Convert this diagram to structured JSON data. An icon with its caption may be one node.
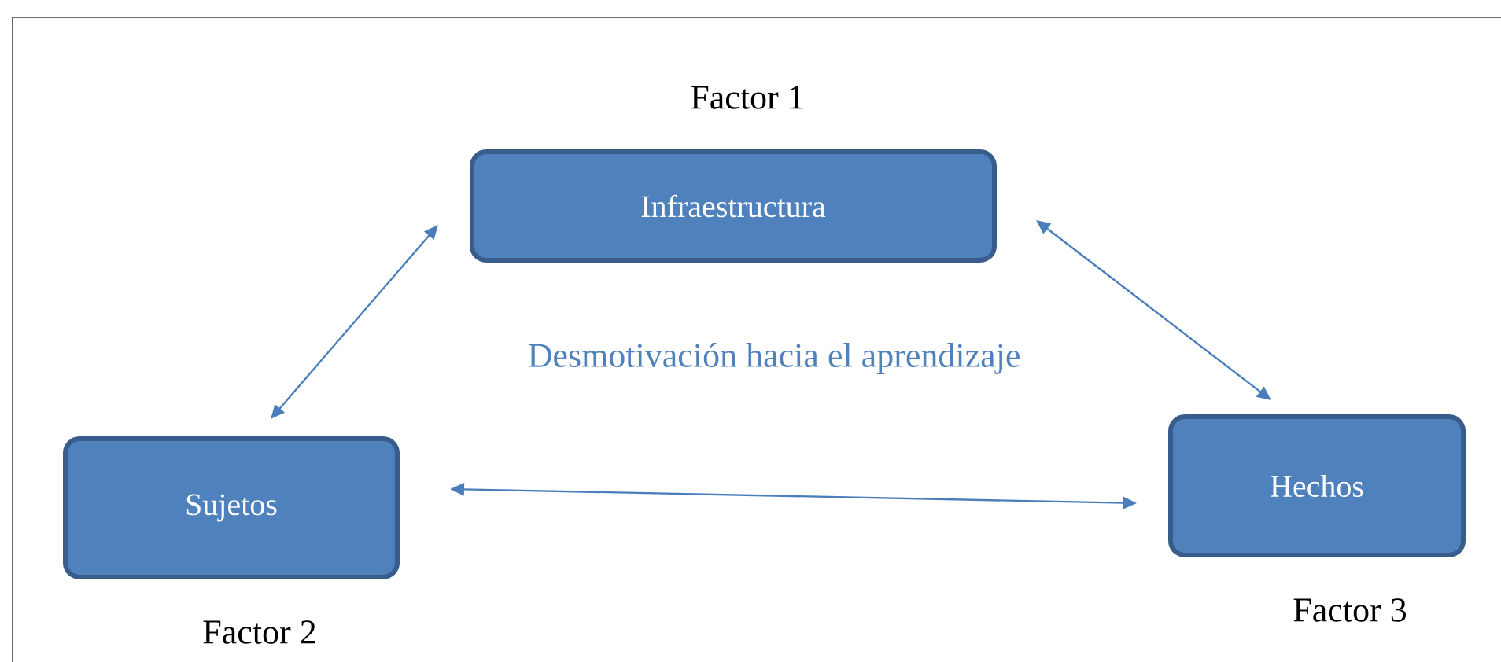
{
  "diagram": {
    "nodes": [
      {
        "text": [
          "Infraestructura"
        ],
        "beside": [
          "Factor 1"
        ]
      },
      {
        "text": [
          "Sujetos"
        ],
        "beside": [
          "Factor 2"
        ]
      },
      {
        "text": [
          "Hechos"
        ],
        "beside": [
          "Factor 3"
        ]
      }
    ],
    "edges": [
      {
        "from": 0,
        "to": 1,
        "arrow": "both"
      },
      {
        "from": 0,
        "to": 2,
        "arrow": "both"
      },
      {
        "from": 1,
        "to": 2,
        "arrow": "both"
      }
    ],
    "labels": [
      "Desmotivación hacia el aprendizaje"
    ]
  }
}
